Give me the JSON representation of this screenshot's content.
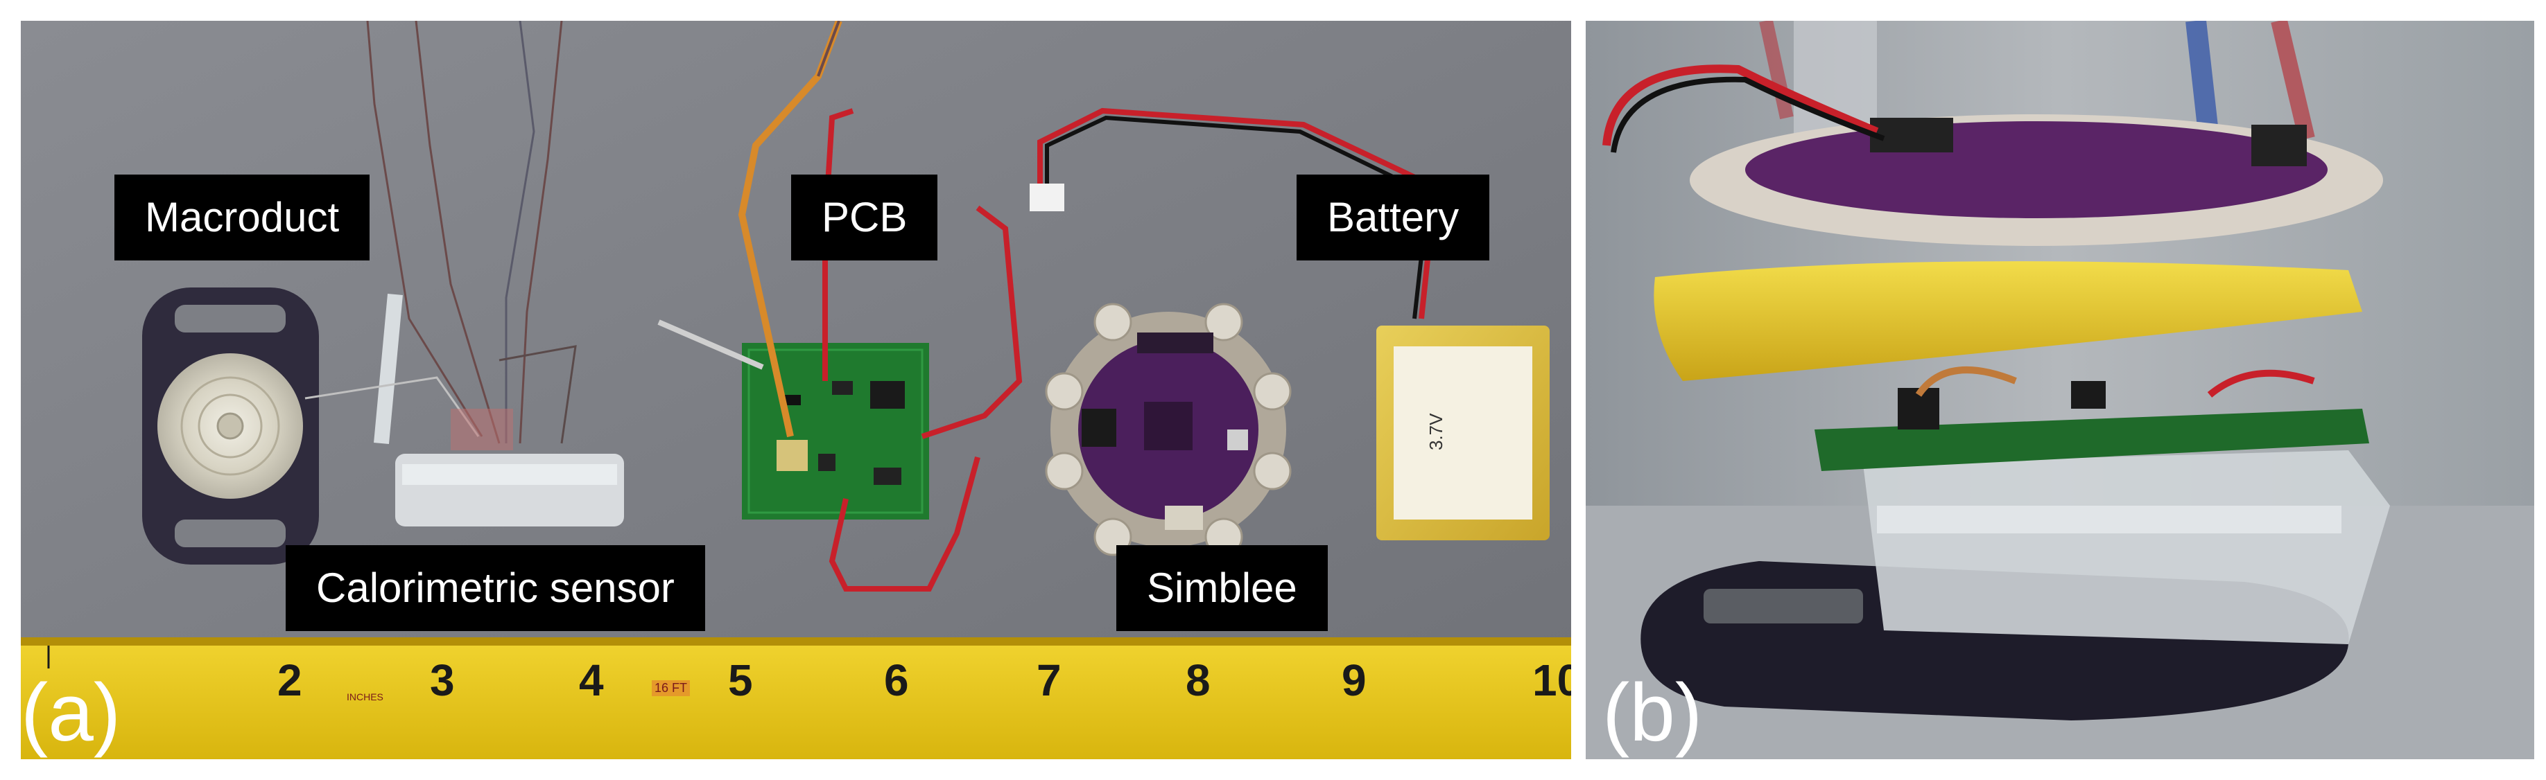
{
  "panel_a": {
    "letter": "(a)",
    "labels": {
      "macroduct": "Macroduct",
      "calorimetric_sensor": "Calorimetric sensor",
      "pcb": "PCB",
      "simblee": "Simblee",
      "battery": "Battery"
    },
    "tape_numbers": [
      "2",
      "3",
      "4",
      "5",
      "6",
      "7",
      "8",
      "9",
      "10"
    ],
    "tape_small_text": {
      "inches": "INCHES",
      "ft": "16 FT"
    },
    "battery_print": "3.7V"
  },
  "panel_b": {
    "letter": "(b)"
  },
  "colors": {
    "background_a": "#7d7f85",
    "tape_yellow": "#e6c514",
    "pcb_green": "#1f7a2e",
    "simblee_purple": "#4b1f5c",
    "battery_yellow": "#d9b93a",
    "wire_red": "#c8202a",
    "wire_orange": "#d88a2a"
  }
}
